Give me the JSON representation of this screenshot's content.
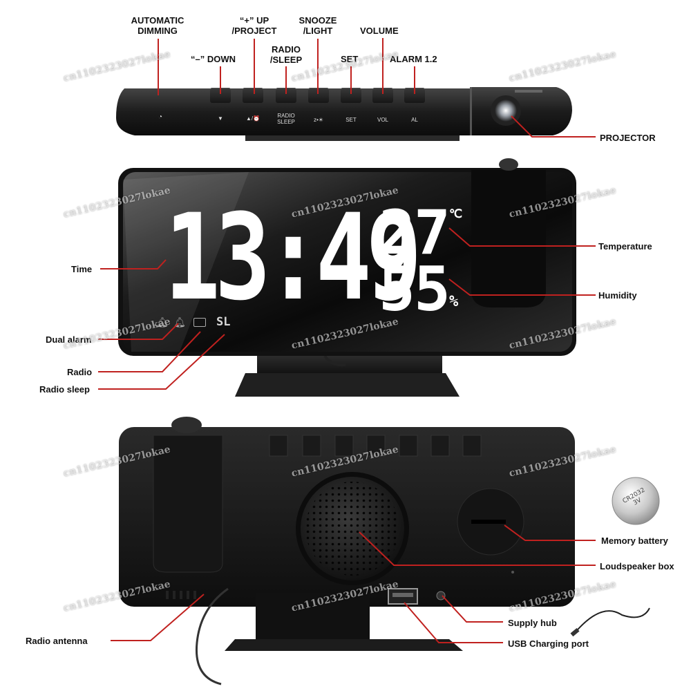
{
  "top_view": {
    "labels": {
      "automatic_dimming": "AUTOMATIC DIMMING",
      "up_project": "“+” UP /PROJECT",
      "snooze_light": "SNOOZE /LIGHT",
      "volume": "VOLUME",
      "down": "“–” DOWN",
      "radio_sleep": "RADIO /SLEEP",
      "set": "SET",
      "alarm": "ALARM 1.2",
      "projector": "PROJECTOR"
    },
    "key_labels": {
      "down": "▼",
      "up": "▲/⏰",
      "radio_sleep": "RADIO SLEEP",
      "snooze": "z•☀",
      "set": "SET",
      "vol": "VOL",
      "al": "AL"
    }
  },
  "front_view": {
    "time": "13:49",
    "temperature": "27",
    "temperature_unit": "℃",
    "humidity": "55",
    "humidity_unit": "%",
    "indicator_sl": "SL",
    "labels": {
      "time": "Time",
      "temperature": "Temperature",
      "humidity": "Humidity",
      "dual_alarm": "Dual alarm",
      "radio": "Radio",
      "radio_sleep": "Radio sleep"
    }
  },
  "back_view": {
    "labels": {
      "memory_battery": "Memory battery",
      "loudspeaker_box": "Loudspeaker box",
      "supply_hub": "Supply hub",
      "usb_charging_port": "USB Charging port",
      "radio_antenna": "Radio antenna"
    },
    "battery_text": "CR2032 3V"
  },
  "watermark": "cn1102323027lokae",
  "colors": {
    "leader": "#c0211f",
    "body": "#1a1a1a",
    "display": "#ffffff"
  }
}
